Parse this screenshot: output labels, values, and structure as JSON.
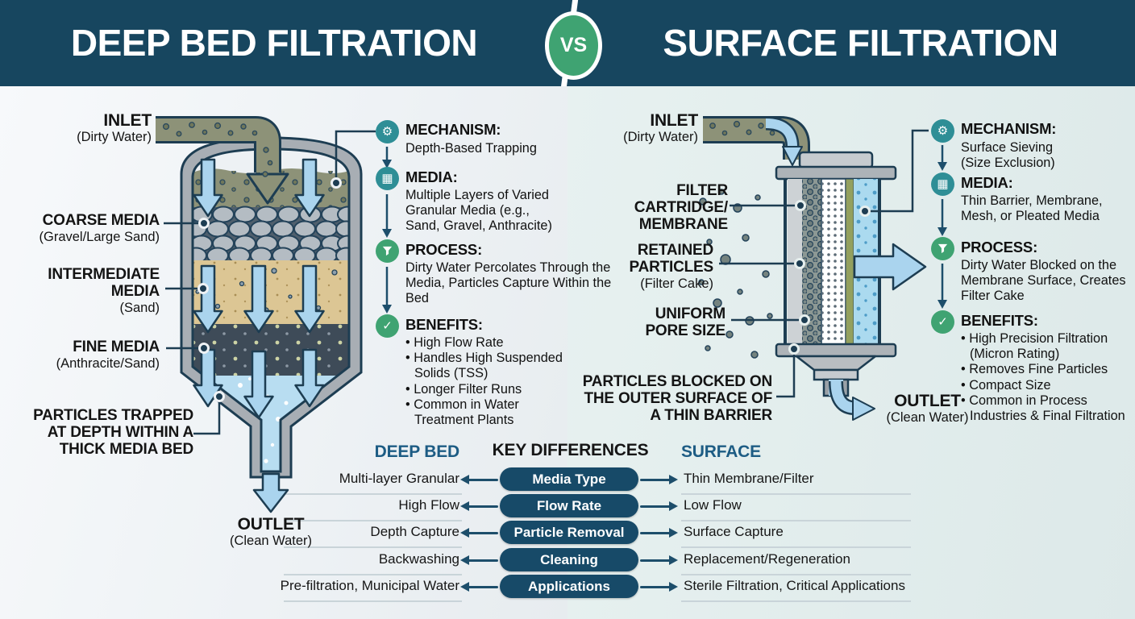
{
  "colors": {
    "header_navy": "#17465f",
    "accent_green": "#3fa372",
    "accent_teal": "#2e8e96",
    "heading_blue": "#1d5c84",
    "pill_navy": "#174a68",
    "line_navy": "#1d3d52"
  },
  "header": {
    "left_title": "DEEP BED FILTRATION",
    "vs": "VS",
    "right_title": "SURFACE FILTRATION"
  },
  "deep_diagram": {
    "inlet": {
      "title": "INLET",
      "sub": "(Dirty Water)"
    },
    "coarse": {
      "title": "COARSE MEDIA",
      "sub": "(Gravel/Large Sand)"
    },
    "intermediate": {
      "title": "INTERMEDIATE MEDIA",
      "sub": "(Sand)"
    },
    "fine": {
      "title": "FINE MEDIA",
      "sub": "(Anthracite/Sand)"
    },
    "trapped_note": "PARTICLES TRAPPED AT DEPTH WITHIN A THICK MEDIA BED",
    "outlet": {
      "title": "OUTLET",
      "sub": "(Clean Water)"
    }
  },
  "deep_column": {
    "sections": [
      {
        "icon": "gear-icon",
        "title": "MECHANISM:",
        "body": "Depth-Based Trapping"
      },
      {
        "icon": "membrane-grid-icon",
        "title": "MEDIA:",
        "body": "Multiple Layers of Varied Granular Media (e.g., Sand, Gravel, Anthracite)"
      },
      {
        "icon": "funnel-process-icon",
        "title": "PROCESS:",
        "body": "Dirty Water Percolates Through the Media, Particles Capture Within the Bed"
      },
      {
        "icon": "check-icon",
        "title": "BENEFITS:",
        "bullets": [
          "High Flow Rate",
          "Handles High Suspended Solids (TSS)",
          "Longer Filter Runs",
          "Common in Water Treatment Plants"
        ]
      }
    ]
  },
  "surface_diagram": {
    "inlet": {
      "title": "INLET",
      "sub": "(Dirty Water)"
    },
    "cartridge_label": "FILTER CARTRIDGE/ MEMBRANE",
    "retained": {
      "title": "RETAINED PARTICLES",
      "sub": "(Filter Cake)"
    },
    "uniform_label": "UNIFORM PORE SIZE",
    "blocked_note": "PARTICLES BLOCKED ON THE OUTER SURFACE OF A THIN BARRIER",
    "outlet": {
      "title": "OUTLET",
      "sub": "(Clean Water)"
    }
  },
  "surface_column": {
    "sections": [
      {
        "icon": "gear-icon",
        "title": "MECHANISM:",
        "body": "Surface Sieving (Size Exclusion)"
      },
      {
        "icon": "membrane-grid-icon",
        "title": "MEDIA:",
        "body": "Thin Barrier, Membrane, Mesh, or Pleated Media"
      },
      {
        "icon": "funnel-process-icon",
        "title": "PROCESS:",
        "body": "Dirty Water Blocked on the Membrane Surface, Creates Filter Cake"
      },
      {
        "icon": "check-icon",
        "title": "BENEFITS:",
        "bullets": [
          "High Precision Filtration (Micron Rating)",
          "Removes Fine Particles",
          "Compact Size",
          "Common in Process Industries & Final Filtration"
        ]
      }
    ]
  },
  "comparison": {
    "left_header": "DEEP BED",
    "center_header": "KEY DIFFERENCES",
    "right_header": "SURFACE",
    "rows": [
      {
        "left": "Multi-layer Granular",
        "center": "Media Type",
        "right": "Thin Membrane/Filter"
      },
      {
        "left": "High Flow",
        "center": "Flow Rate",
        "right": "Low Flow"
      },
      {
        "left": "Depth Capture",
        "center": "Particle Removal",
        "right": "Surface Capture"
      },
      {
        "left": "Backwashing",
        "center": "Cleaning",
        "right": "Replacement/Regeneration"
      },
      {
        "left": "Pre-filtration, Municipal Water",
        "center": "Applications",
        "right": "Sterile Filtration, Critical Applications"
      }
    ]
  }
}
